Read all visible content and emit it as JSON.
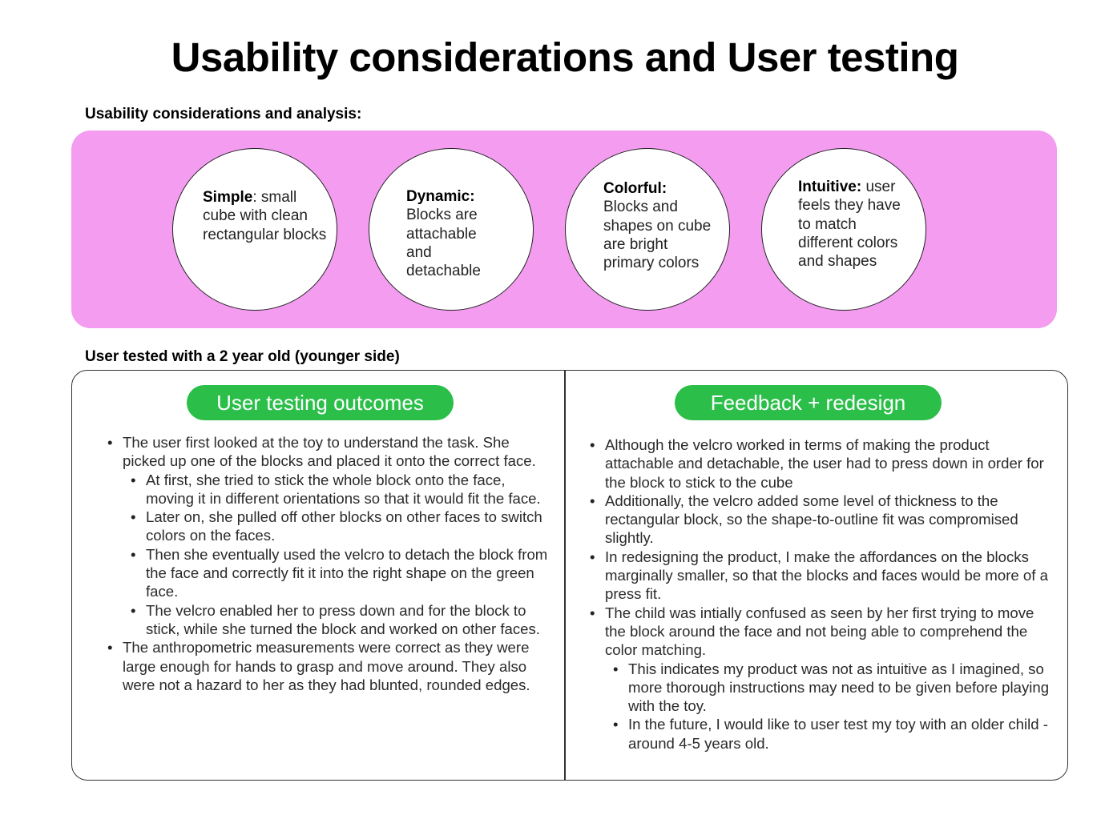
{
  "title": "Usability considerations and User testing",
  "usability_label": "Usability considerations and analysis:",
  "considerations": [
    {
      "heading": "Simple",
      "text": ": small cube with clean rectangular blocks"
    },
    {
      "heading": "Dynamic:",
      "text": " Blocks are attachable and detachable"
    },
    {
      "heading": "Colorful:",
      "text": " Blocks and shapes on cube are bright primary colors"
    },
    {
      "heading": "Intuitive:",
      "text": " user feels they have to match different colors and shapes"
    }
  ],
  "testing_label": "User tested with a 2 year old (younger side)",
  "outcomes": {
    "title": "User testing outcomes",
    "items": [
      {
        "text": "The user first looked at the toy to understand the task. She picked up one of the blocks and placed it onto the correct face.",
        "sub": [
          "At first, she tried to stick the whole block onto the face, moving it in different orientations so that it would fit the face.",
          "Later on, she pulled off other blocks on other faces to switch colors on the faces.",
          "Then she eventually used the velcro to detach the block from the face and correctly fit it into the right shape on the green face.",
          "The velcro enabled her to press down and for the block to stick, while she turned the block and worked on other faces."
        ]
      },
      {
        "text": "The anthropometric measurements were correct as they were large enough for hands to grasp and move around. They also were not a hazard to her as they had blunted, rounded edges.",
        "sub": []
      }
    ]
  },
  "feedback": {
    "title": "Feedback + redesign",
    "items": [
      {
        "text": "Although the velcro worked in terms of making the product attachable and detachable, the user had to press down in order for the block to stick to the cube",
        "sub": []
      },
      {
        "text": "Additionally, the velcro added some level of thickness to the rectangular block, so the shape-to-outline fit was compromised slightly.",
        "sub": []
      },
      {
        "text": "In redesigning the product, I make the affordances on the blocks marginally smaller, so that the blocks and faces would be more of a press fit.",
        "sub": []
      },
      {
        "text": "The child was intially confused as seen by her first trying to move the block around the face and not being able to comprehend the color matching.",
        "sub": [
          "This indicates my product was not as intuitive as I imagined, so more thorough instructions may need to be given before playing with the toy.",
          "In the future, I would like to user test my toy with an older child - around 4-5 years old."
        ]
      }
    ]
  },
  "colors": {
    "panel": "#f39cf0",
    "pill": "#2bbf4a"
  }
}
